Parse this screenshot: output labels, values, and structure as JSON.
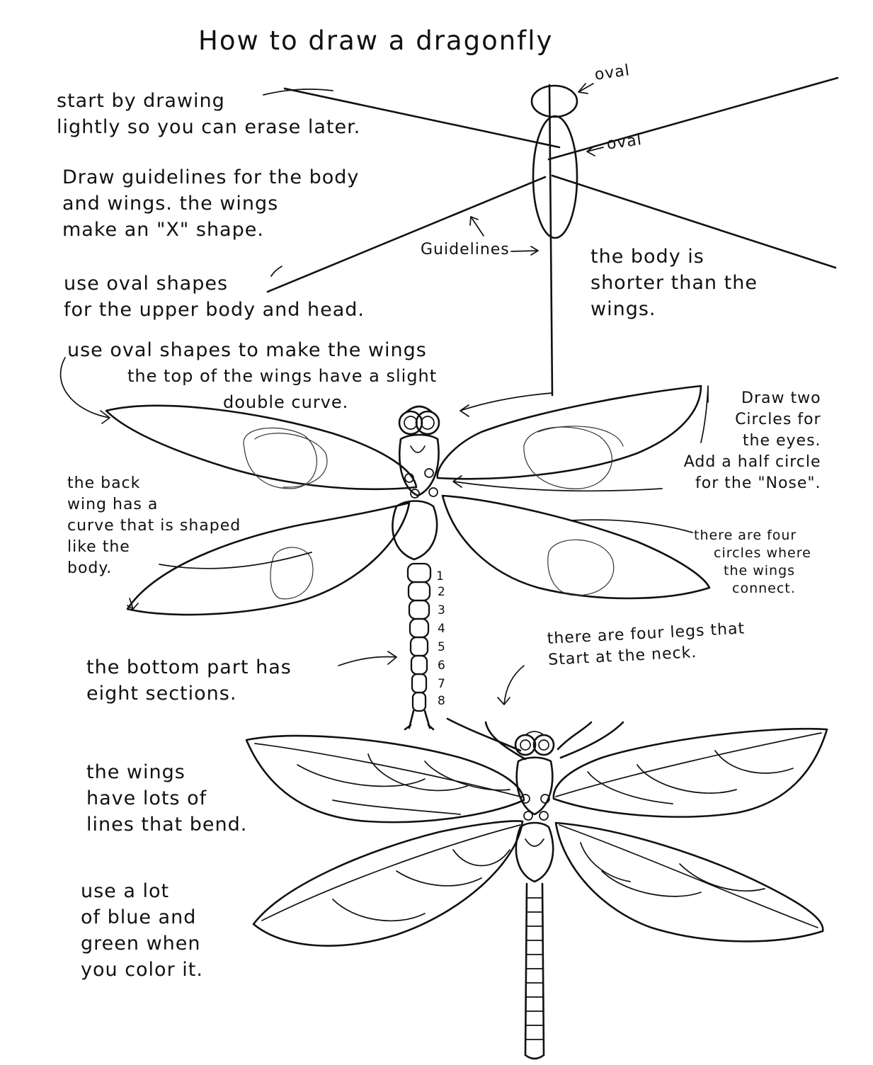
{
  "title": "How to draw a dragonfly",
  "step1": {
    "labels": {
      "oval_head": "oval",
      "oval_body": "oval",
      "guidelines": "Guidelines"
    },
    "notes": {
      "start": [
        "start by drawing",
        "lightly so you can erase later."
      ],
      "guidelines": [
        "Draw guidelines for the body",
        "and wings. the wings",
        "make an \"X\" shape."
      ],
      "ovals": [
        "use oval shapes",
        "for the upper body and head."
      ],
      "body_length": [
        "the body is",
        "shorter than the",
        "wings."
      ]
    }
  },
  "step2": {
    "notes": {
      "wing_shapes": [
        "use oval shapes to make the wings",
        "the top of the wings have a slight",
        "double curve."
      ],
      "eyes": [
        "Draw two",
        "Circles for",
        "the eyes.",
        "Add a half circle",
        "for the \"Nose\"."
      ],
      "back_wing": [
        "the back",
        "wing has a",
        "curve that is shaped",
        "like the",
        "body."
      ],
      "circles": [
        "there are four",
        "circles where",
        "the wings",
        "connect."
      ],
      "sections": [
        "the bottom part has",
        "eight sections."
      ]
    },
    "section_numbers": [
      "1",
      "2",
      "3",
      "4",
      "5",
      "6",
      "7",
      "8"
    ]
  },
  "step3": {
    "notes": {
      "legs": [
        "there are four legs that",
        "Start at the neck."
      ],
      "wing_lines": [
        "the wings",
        "have lots of",
        "lines that bend."
      ],
      "color": [
        "use a lot",
        "of blue and",
        "green when",
        "you color it."
      ]
    }
  }
}
